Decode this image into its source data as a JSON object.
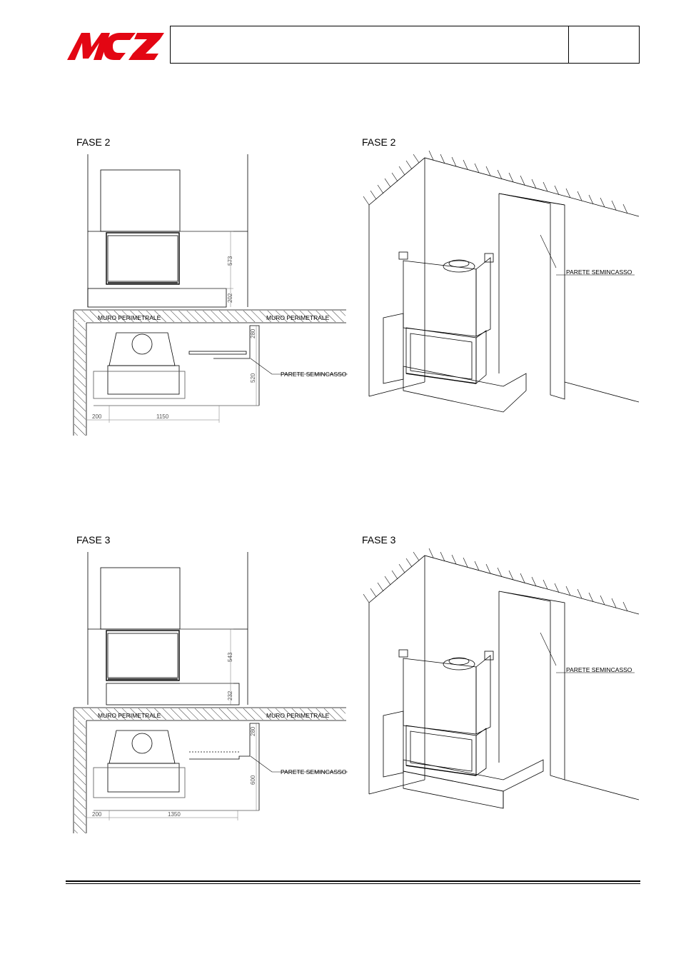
{
  "header": {
    "brand": "MCZ",
    "brand_color": "#e30613"
  },
  "sections": [
    {
      "plan": {
        "label": "FASE 2",
        "muro_left": "MURO PERIMETRALE",
        "muro_right": "MURO PERIMETRALE",
        "parete": "PARETE SEMINCASSO",
        "dim_height": "573",
        "dim_base": "202",
        "dim_side": "280",
        "dim_depth": "520",
        "dim_left": "200",
        "dim_width": "1150"
      },
      "view3d": {
        "label": "FASE 2",
        "parete": "PARETE SEMINCASSO"
      }
    },
    {
      "plan": {
        "label": "FASE 3",
        "muro_left": "MURO PERIMETRALE",
        "muro_right": "MURO PERIMETRALE",
        "parete": "PARETE SEMINCASSO",
        "dim_height": "543",
        "dim_base": "232",
        "dim_side": "280",
        "dim_depth": "600",
        "dim_left": "200",
        "dim_width": "1350"
      },
      "view3d": {
        "label": "FASE 3",
        "parete": "PARETE SEMINCASSO"
      }
    }
  ]
}
